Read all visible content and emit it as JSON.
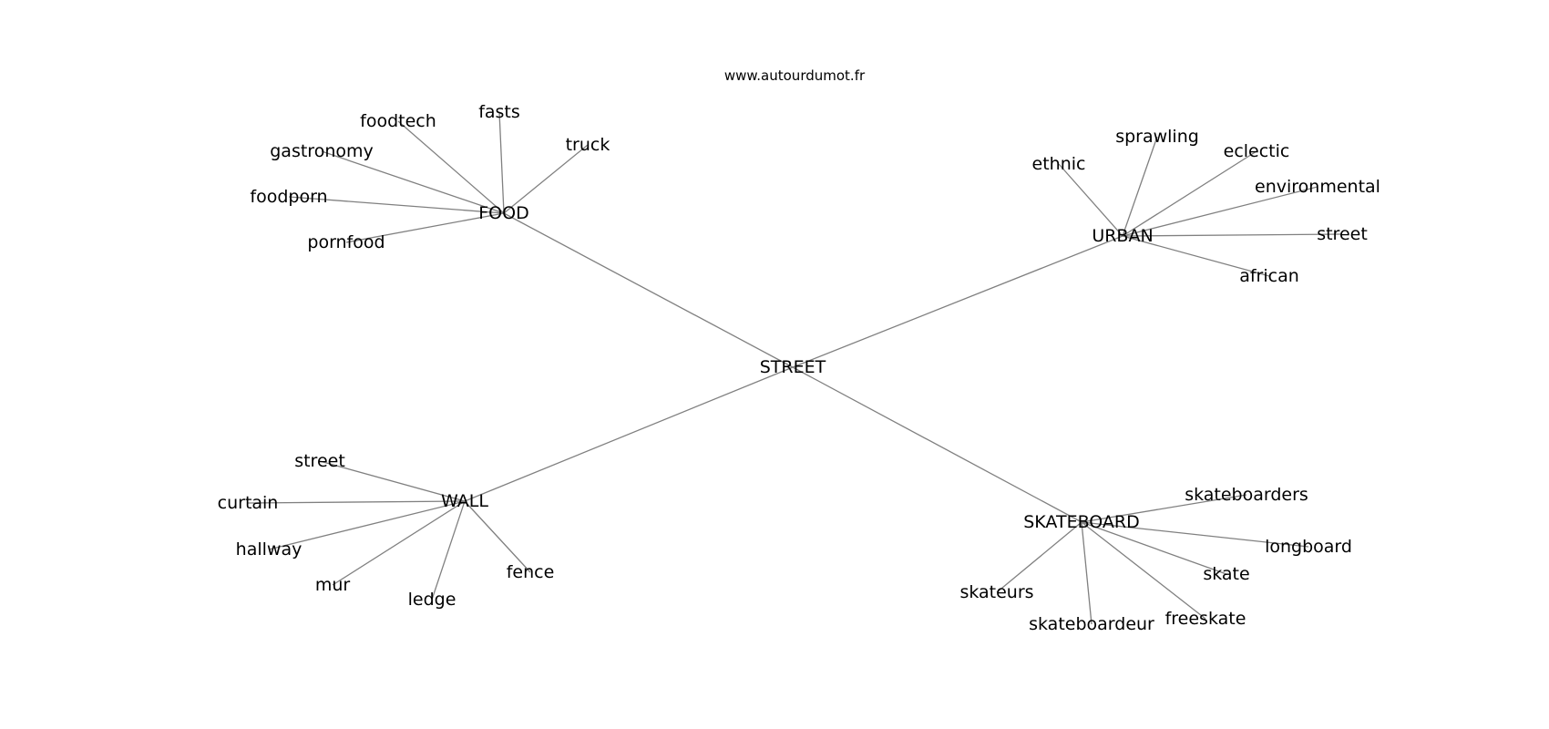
{
  "site": "www.autourdumot.fr",
  "graph": {
    "root": {
      "id": "street-root",
      "label": "STREET"
    },
    "hubs": [
      {
        "id": "food",
        "label": "FOOD",
        "words": [
          "fasts",
          "foodtech",
          "truck",
          "gastronomy",
          "foodporn",
          "pornfood"
        ]
      },
      {
        "id": "urban",
        "label": "URBAN",
        "words": [
          "sprawling",
          "eclectic",
          "ethnic",
          "environmental",
          "street",
          "african"
        ]
      },
      {
        "id": "wall",
        "label": "WALL",
        "words": [
          "street",
          "curtain",
          "hallway",
          "mur",
          "ledge",
          "fence"
        ]
      },
      {
        "id": "skateboard",
        "label": "SKATEBOARD",
        "words": [
          "skateboarders",
          "longboard",
          "skate",
          "freeskate",
          "skateboardeur",
          "skateurs"
        ]
      }
    ]
  }
}
